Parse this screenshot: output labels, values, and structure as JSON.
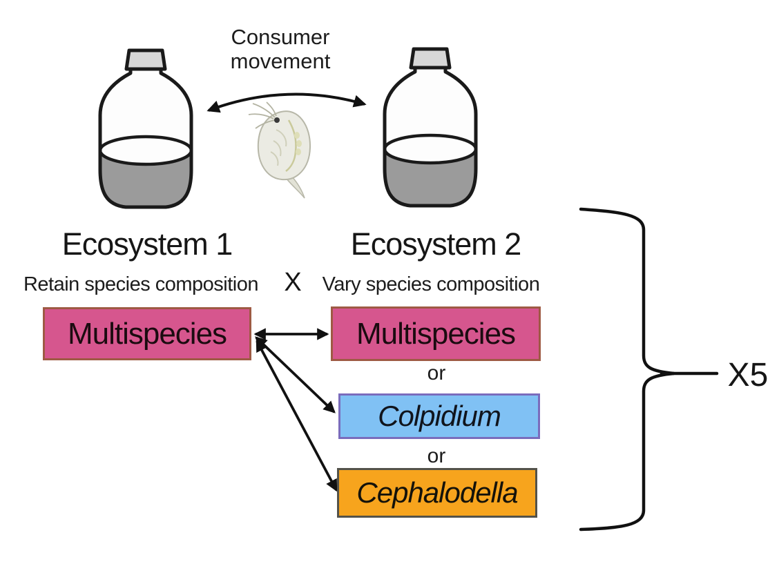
{
  "figure": {
    "consumer_movement_label": "Consumer\nmovement",
    "replication_label": "X5"
  },
  "ecosystems": {
    "ecosystem1": {
      "title": "Ecosystem 1",
      "subtitle": "Retain species composition"
    },
    "cross_label": "X",
    "ecosystem2": {
      "title": "Ecosystem 2",
      "subtitle": "Vary species composition"
    }
  },
  "treatments": {
    "source_box": {
      "label": "Multispecies",
      "fill": "#d6568e",
      "border": "#9e5a44"
    },
    "variant_boxes": [
      {
        "label": "Multispecies",
        "fill": "#d6568e",
        "border": "#9e5a44",
        "italic": false
      },
      {
        "label": "Colpidium",
        "fill": "#80c1f4",
        "border": "#7a6cbc",
        "italic": true
      },
      {
        "label": "Cephalodella",
        "fill": "#f7a41d",
        "border": "#53524a",
        "italic": true
      }
    ],
    "or_label": "or"
  },
  "icons": {
    "bottle": "microcosm-bottle-icon",
    "consumer": "daphnia-icon",
    "movement_arrow": "bidirectional-curved-arrow",
    "treatment_arrows": "bidirectional-straight-arrows",
    "brace": "replication-brace"
  },
  "colors": {
    "outline": "#1a1a1a",
    "liquid_gray": "#9b9b9b",
    "cap_gray": "#d7d7d7",
    "arrow_black": "#111111"
  }
}
